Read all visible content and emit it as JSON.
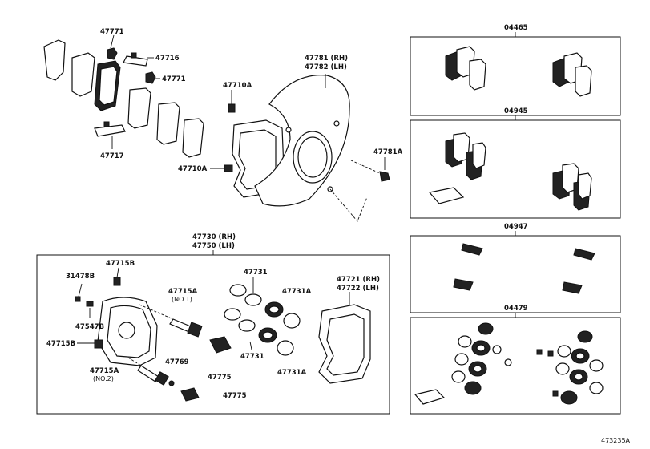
{
  "diagram_id": "473235A",
  "labels": {
    "p47771_top": "47771",
    "p47716": "47716",
    "p47771_mid": "47771",
    "p47717": "47717",
    "p47710A_top": "47710A",
    "p47710A_bot": "47710A",
    "p47781_rh": "47781 (RH)",
    "p47782_lh": "47782 (LH)",
    "p47781A": "47781A",
    "p47730_rh": "47730 (RH)",
    "p47750_lh": "47750 (LH)",
    "p47715B_top": "47715B",
    "p31478B": "31478B",
    "p47547B": "47547B",
    "p47715B_left": "47715B",
    "p47715A_no1": "47715A",
    "no1": "(NO.1)",
    "p47715A_no2": "47715A",
    "no2": "(NO.2)",
    "p47769": "47769",
    "p47775_a": "47775",
    "p47775_b": "47775",
    "p47731_top": "47731",
    "p47731A_top": "47731A",
    "p47731_bot": "47731",
    "p47731A_bot": "47731A",
    "p47721_rh": "47721 (RH)",
    "p47722_lh": "47722 (LH)",
    "kit04465": "04465",
    "kit04945": "04945",
    "kit04947": "04947",
    "kit04479": "04479"
  }
}
